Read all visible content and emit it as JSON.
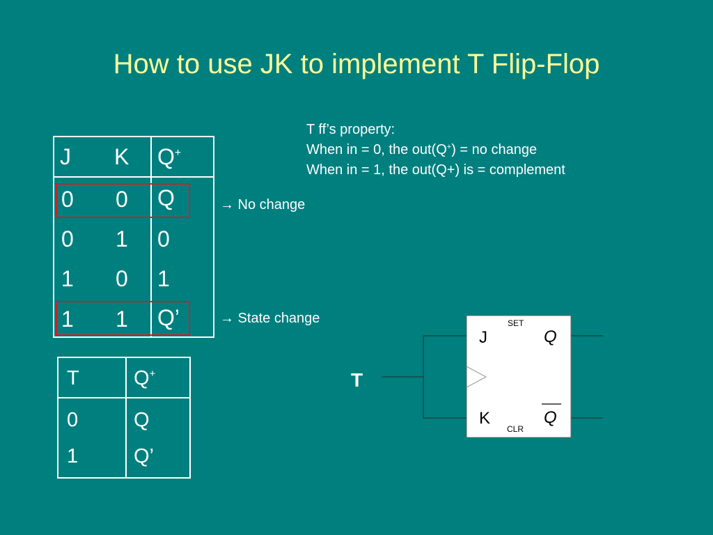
{
  "title": "How to use JK to implement T Flip-Flop",
  "property": {
    "line1": "T ff’s property:",
    "line2_pre": "When in = 0, the out(Q",
    "line2_sup": "+",
    "line2_post": ") = no change",
    "line3": "When in = 1, the out(Q+) is = complement"
  },
  "jk_table": {
    "header": {
      "j": "J",
      "k": "K",
      "q": "Q",
      "q_sup": "+"
    },
    "rows": [
      {
        "j": "0",
        "k": "0",
        "q": "Q"
      },
      {
        "j": "0",
        "k": "1",
        "q": "0"
      },
      {
        "j": "1",
        "k": "0",
        "q": "1"
      },
      {
        "j": "1",
        "k": "1",
        "q": "Q’"
      }
    ]
  },
  "annotations": {
    "no_change": " No change",
    "state_change": " State change",
    "arrow": "→"
  },
  "t_table": {
    "header": {
      "t": "T",
      "q": "Q",
      "q_sup": "+"
    },
    "rows": [
      {
        "t": "0",
        "q": "Q"
      },
      {
        "t": "1",
        "q": "Q’"
      }
    ]
  },
  "flipflop": {
    "input_label": "T",
    "j": "J",
    "k": "K",
    "set": "SET",
    "clr": "CLR",
    "q": "Q",
    "q_bar": "Q"
  },
  "colors": {
    "background": "#007f7f",
    "title": "#ffff99",
    "highlight": "#cc2222"
  }
}
